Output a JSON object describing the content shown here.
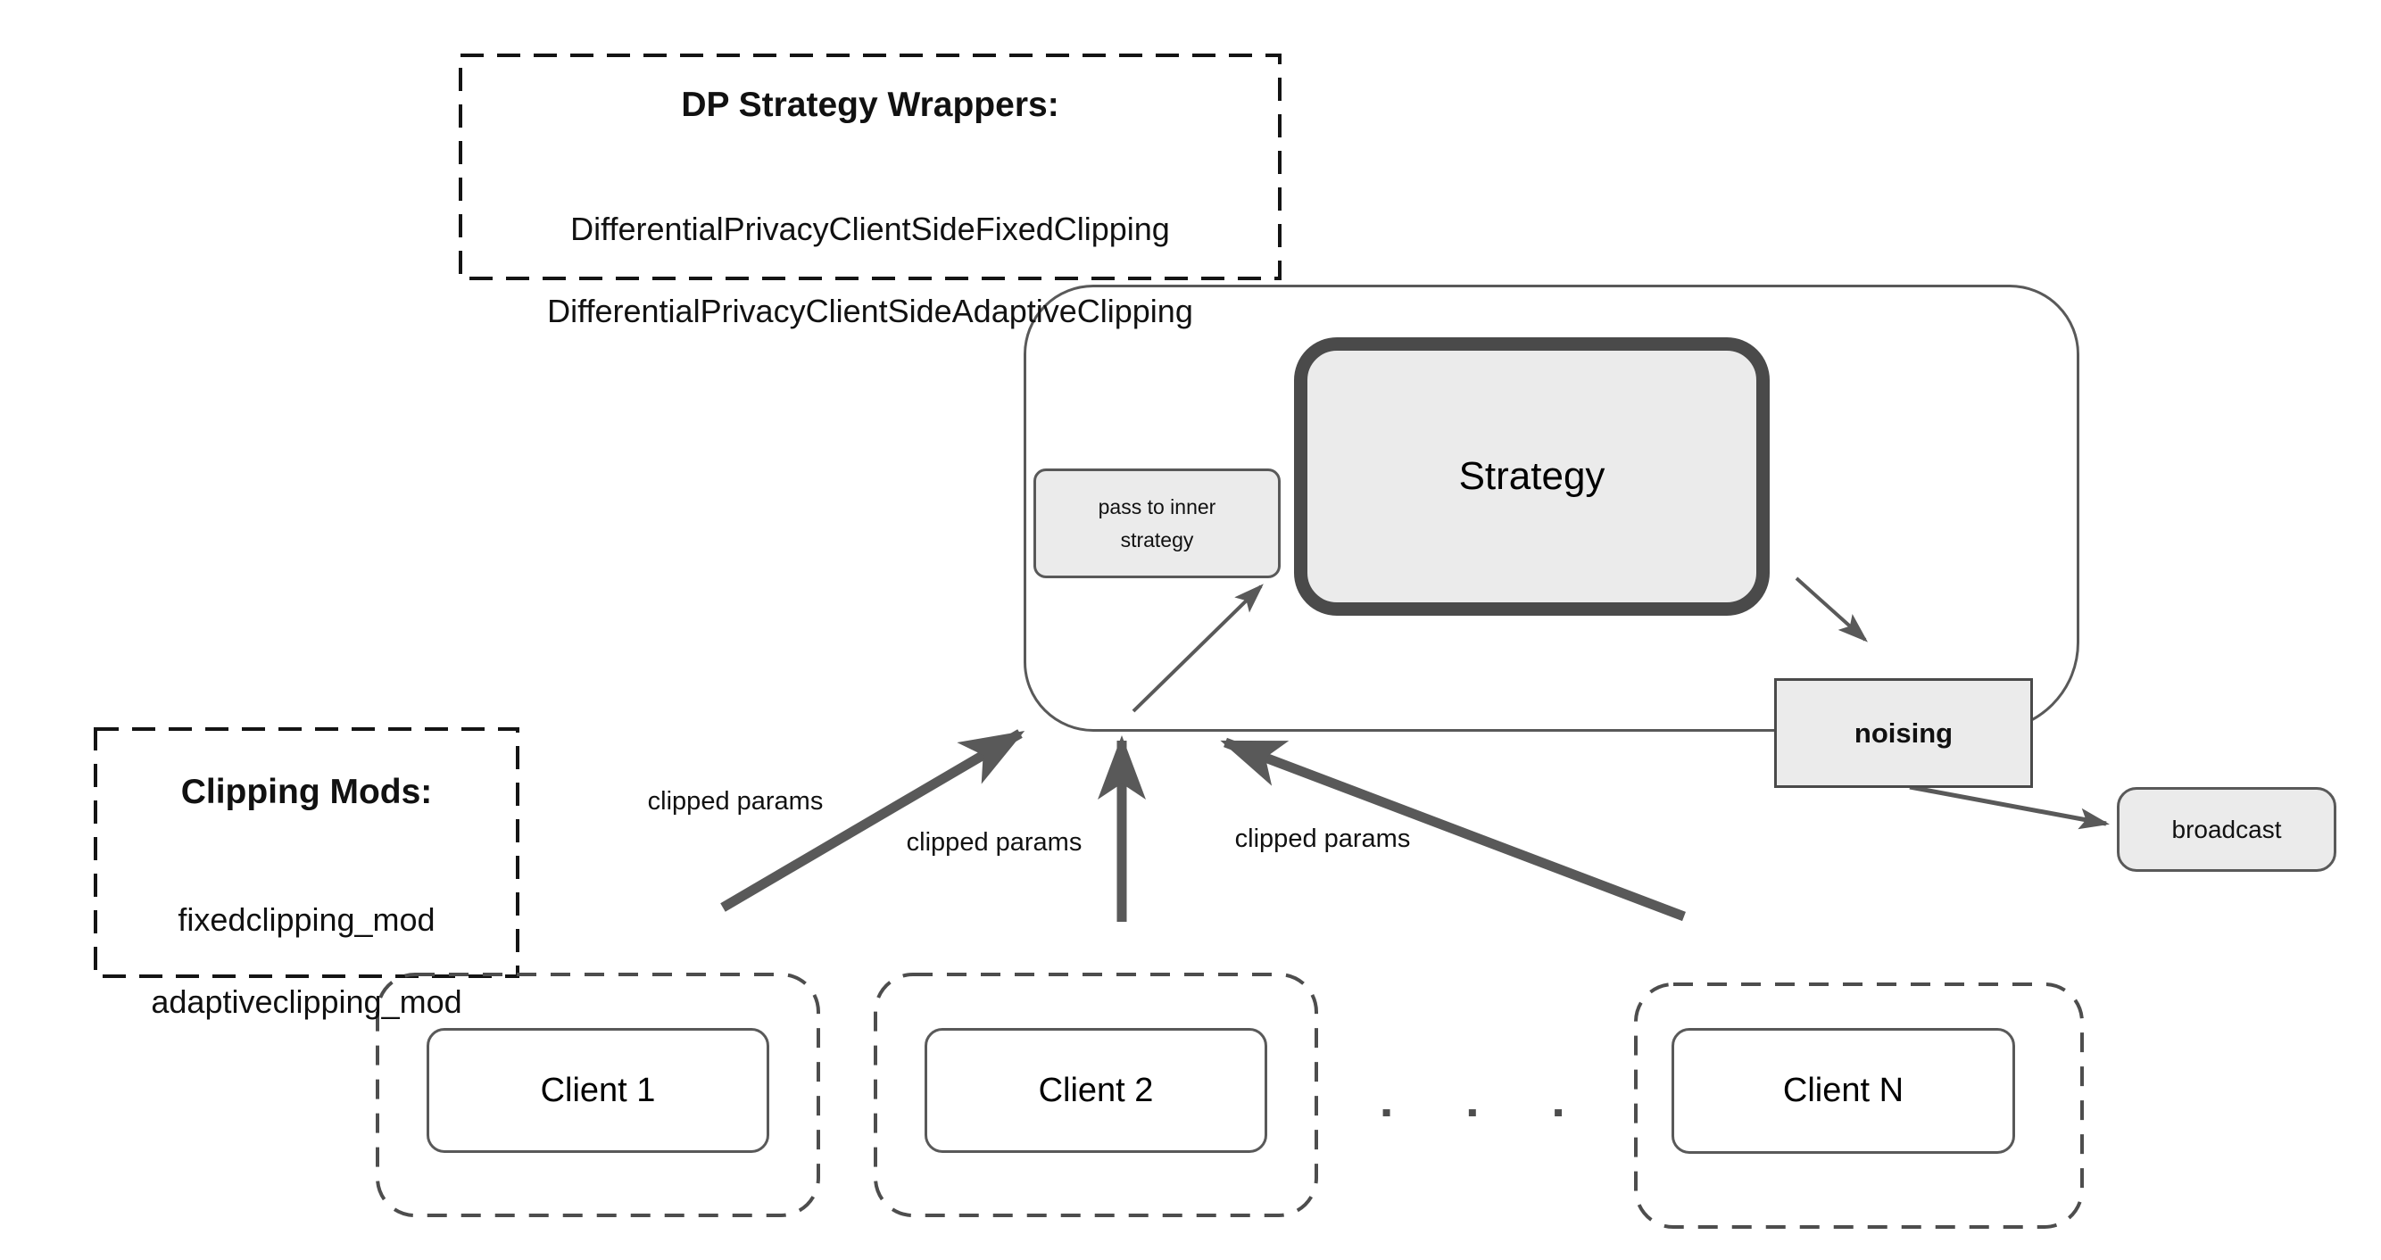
{
  "diagram": {
    "dp_wrappers_box": {
      "title": "DP Strategy Wrappers:",
      "lines": [
        "DifferentialPrivacyClientSideFixedClipping",
        "DifferentialPrivacyClientSideAdaptiveClipping"
      ]
    },
    "clipping_mods_box": {
      "title": "Clipping Mods:",
      "lines": [
        "fixedclipping_mod",
        "adaptiveclipping_mod"
      ]
    },
    "server": {
      "strategy_label": "Strategy",
      "pass_label": "pass to inner strategy",
      "noising_label": "noising",
      "broadcast_label": "broadcast"
    },
    "clients": [
      {
        "label": "Client 1"
      },
      {
        "label": "Client 2"
      },
      {
        "label": "Client N"
      }
    ],
    "ellipsis": "▪ ▪ ▪",
    "flow_labels": [
      {
        "label": "clipped params"
      },
      {
        "label": "clipped params"
      },
      {
        "label": "clipped params"
      }
    ],
    "colors": {
      "arrow": "#595959",
      "dashed_annotation": "#141414",
      "dashed_client": "#4d4d4d",
      "box_fill": "#ebebeb",
      "thick_border": "#4a4a4a"
    }
  }
}
